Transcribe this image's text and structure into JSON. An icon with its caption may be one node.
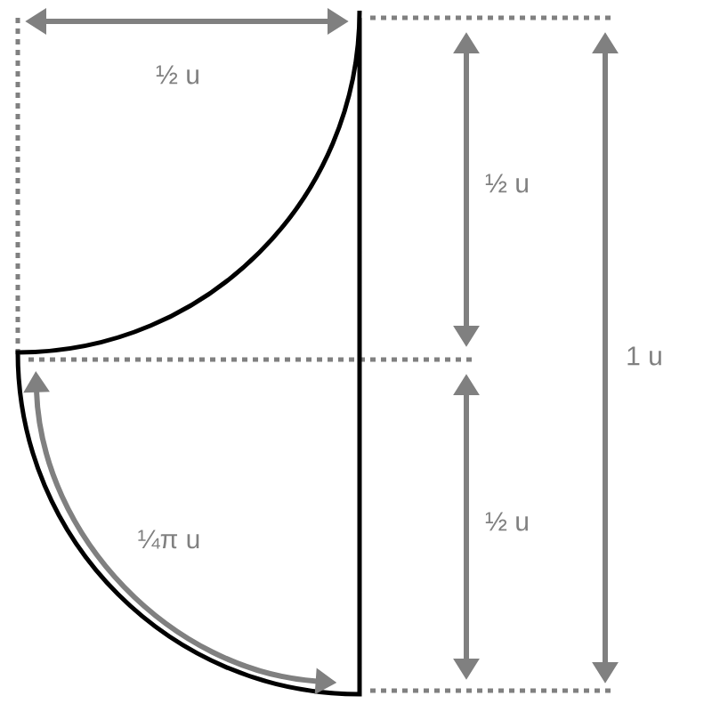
{
  "diagram": {
    "labels": [
      "½ u",
      "½ u",
      "1 u",
      "½ u",
      "¼π u"
    ]
  }
}
